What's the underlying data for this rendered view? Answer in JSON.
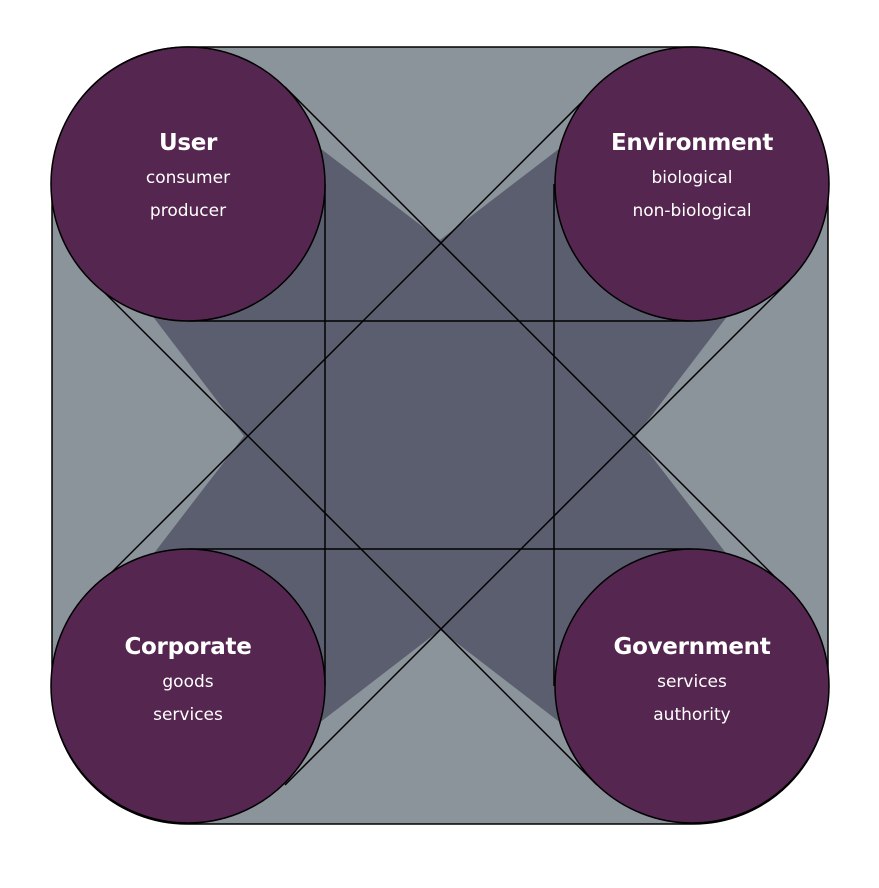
{
  "colors": {
    "frame": "#8b939b",
    "star": "#5b5e6e",
    "circle": "#55264f",
    "stroke": "#000000",
    "text": "#ffffff"
  },
  "nodes": [
    {
      "id": "user",
      "title": "User",
      "lines": [
        "consumer",
        "producer"
      ]
    },
    {
      "id": "environment",
      "title": "Environment",
      "lines": [
        "biological",
        "non-biological"
      ]
    },
    {
      "id": "corporate",
      "title": "Corporate",
      "lines": [
        "goods",
        "services"
      ]
    },
    {
      "id": "government",
      "title": "Government",
      "lines": [
        "services",
        "authority"
      ]
    }
  ]
}
